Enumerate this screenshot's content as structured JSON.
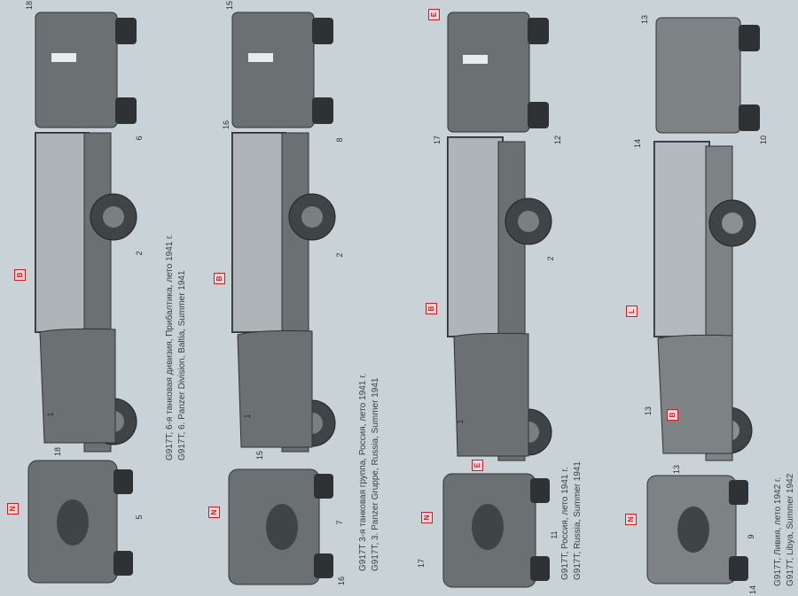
{
  "columns": [
    {
      "captions": [
        "G917T, 6-я танковая дивизия, Прибалтика, лето 1941 г.",
        "G917T, 6. Panzer Division, Baltia, Summer 1941"
      ],
      "badges": [
        "N",
        "B"
      ],
      "callouts": [
        "18",
        "6",
        "2",
        "1",
        "18",
        "5"
      ]
    },
    {
      "captions": [
        "G917T 3-я танковая группа, Россия, лето 1941 г.",
        "G917T, 3. Panzer Gruppe, Russia, Summer 1941"
      ],
      "badges": [
        "N",
        "B"
      ],
      "callouts": [
        "15",
        "16",
        "8",
        "2",
        "1",
        "15",
        "7",
        "16"
      ]
    },
    {
      "captions": [
        "G917T, Россия, лето 1941 г.",
        "G917T, Russia, Summer 1941"
      ],
      "badges": [
        "E",
        "N",
        "B",
        "E"
      ],
      "callouts": [
        "17",
        "12",
        "2",
        "1",
        "17",
        "11"
      ]
    },
    {
      "captions": [
        "G917T, Ливия, лето 1942 г.",
        "G917T, Libya, Summer 1942"
      ],
      "badges": [
        "N",
        "L",
        "B"
      ],
      "callouts": [
        "13",
        "14",
        "10",
        "13",
        "13",
        "9",
        "14"
      ]
    }
  ],
  "colors": {
    "vehicle": "#6b7073",
    "vehicle_dark": "#3f4447",
    "background": "#c9d2d6",
    "badge": "#c4202a"
  }
}
